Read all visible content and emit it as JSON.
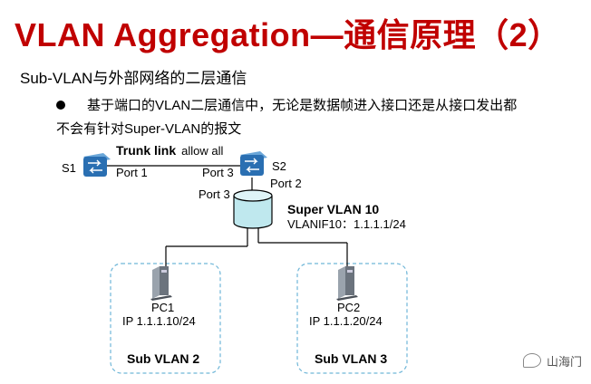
{
  "header": {
    "title": "VLAN Aggregation—通信原理（2）",
    "subtitle": "Sub-VLAN与外部网络的二层通信",
    "bullet_line1": "基于端口的VLAN二层通信中，无论是数据帧进入接口还是从接口发出都",
    "bullet_line2": "不会有针对Super-VLAN的报文"
  },
  "diagram": {
    "trunk_link_bold": "Trunk link",
    "trunk_link_rest": "allow all",
    "s1": {
      "name": "S1",
      "port": "Port 1"
    },
    "s2": {
      "name": "S2",
      "port_left": "Port 3",
      "port_right": "Port 2",
      "port_down": "Port 3"
    },
    "super_vlan": {
      "name": "Super VLAN 10",
      "vlanif": "VLANIF10：1.1.1.1/24"
    },
    "pc1": {
      "name": "PC1",
      "ip": "IP 1.1.1.10/24",
      "vlan": "Sub VLAN 2"
    },
    "pc2": {
      "name": "PC2",
      "ip": "IP 1.1.1.20/24",
      "vlan": "Sub VLAN 3"
    },
    "colors": {
      "switch": "#2a6fb2",
      "cylinder": "#bfe8ee",
      "dashed_box": "#6fb6d8",
      "title": "#c00000"
    }
  },
  "watermark": {
    "text": "山海门"
  }
}
